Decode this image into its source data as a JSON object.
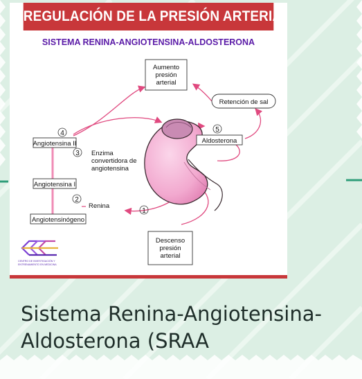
{
  "slide": {
    "banner_title": "REGULACIÓN DE LA PRESIÓN ARTERIAL",
    "subtitle": "SISTEMA RENINA-ANGIOTENSINA-ALDOSTERONA",
    "caption_line1": "Sistema Renina-Angiotensina-",
    "caption_line2": "Aldosterona (SRAA"
  },
  "diagram": {
    "box_aumento": [
      "Aumento",
      "presión",
      "arterial"
    ],
    "box_descenso": [
      "Descenso",
      "presión",
      "arterial"
    ],
    "retencion": "Retención de sal",
    "aldosterona": "Aldosterona",
    "angiotensina_ii": "Angiotensina II",
    "angiotensina_i": "Angiotensina I",
    "angiotensinogeno": "Angiotensinógeno",
    "enzima": [
      "Enzima",
      "convertidora de",
      "angiotensina"
    ],
    "renina": "Renina",
    "steps": [
      "1",
      "2",
      "3",
      "4",
      "5"
    ]
  },
  "logo": {
    "text_line1": "CENTRO DE INVESTIGACIÓN Y",
    "text_line2": "ENTRENAMIENTO EN MEDICINA"
  },
  "colors": {
    "background": "#dcefe4",
    "banner": "#c8373a",
    "subtitle": "#5a1aa7",
    "arrows": "#e0497f",
    "kidney": "#f2a9cf"
  }
}
